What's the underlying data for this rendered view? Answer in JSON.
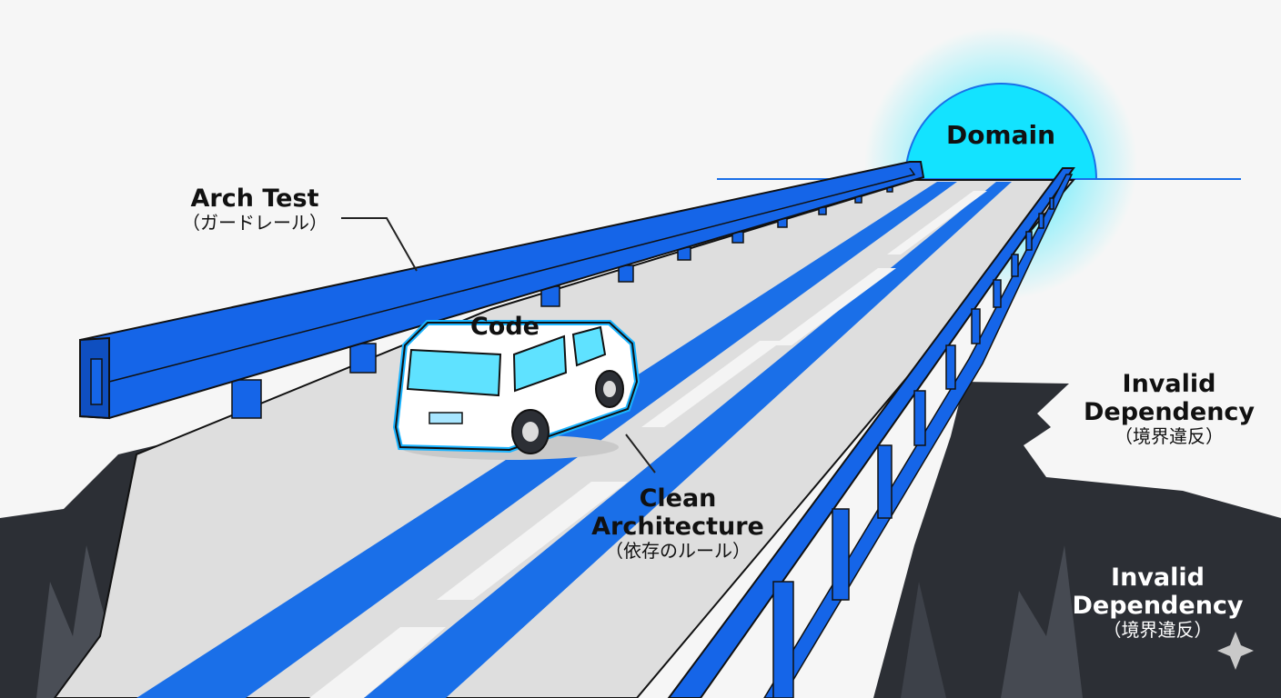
{
  "labels": {
    "domain": "Domain",
    "arch_test_title": "Arch Test",
    "arch_test_sub": "（ガードレール）",
    "code": "Code",
    "clean_title_1": "Clean",
    "clean_title_2": "Architecture",
    "clean_sub": "（依存のルール）",
    "invalid_upper_1": "Invalid",
    "invalid_upper_2": "Dependency",
    "invalid_upper_sub": "（境界違反）",
    "invalid_lower_1": "Invalid",
    "invalid_lower_2": "Dependency",
    "invalid_lower_sub": "（境界違反）"
  },
  "icons": {
    "sparkle": "sparkle-icon"
  },
  "colors": {
    "background": "#f6f6f6",
    "road": "#dedede",
    "guardrail": "#1565e8",
    "lane_marking": "#1a6fe8",
    "domain_glow": "#13e3ff",
    "cliff": "#2c2f35",
    "car_body": "#ffffff",
    "car_glass": "#5fe2ff"
  }
}
